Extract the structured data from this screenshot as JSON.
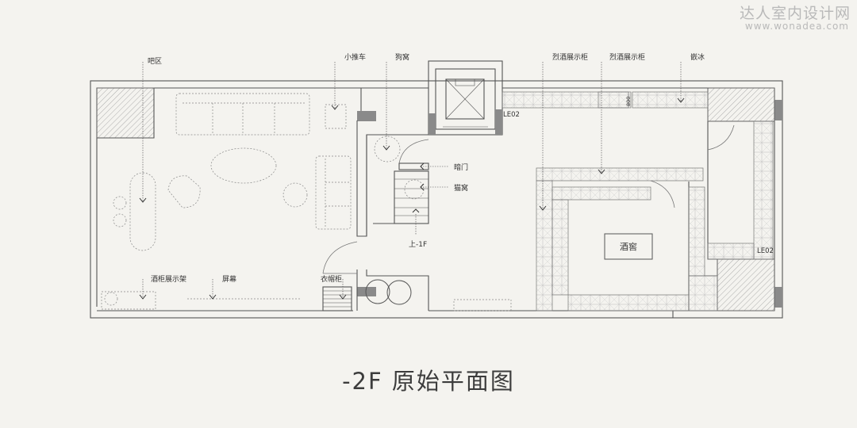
{
  "watermark": {
    "brand": "达人室内设计网",
    "url": "www.wonadea.com"
  },
  "caption": "-2F   原始平面图",
  "labels": {
    "bar_area": "吧区",
    "cart": "小推车",
    "dog_kennel": "狗窝",
    "spirits_cabinet_1": "烈酒展示柜",
    "spirits_cabinet_2": "烈酒展示柜",
    "ice_maker": "嵌冰",
    "dim_800": "800",
    "le02_top": "LE02",
    "hidden_door": "暗门",
    "cat_nest": "猫窝",
    "stairs_up": "上-1F",
    "wine_cellar": "酒窖",
    "le02_right": "LE02",
    "wine_display_rack": "酒柜展示架",
    "screen": "屏幕",
    "wardrobe": "衣帽柜"
  },
  "colors": {
    "background": "#f4f3ef",
    "line": "#555555",
    "column_fill": "#8a8a8a",
    "hatch": "#9a9a9a"
  }
}
